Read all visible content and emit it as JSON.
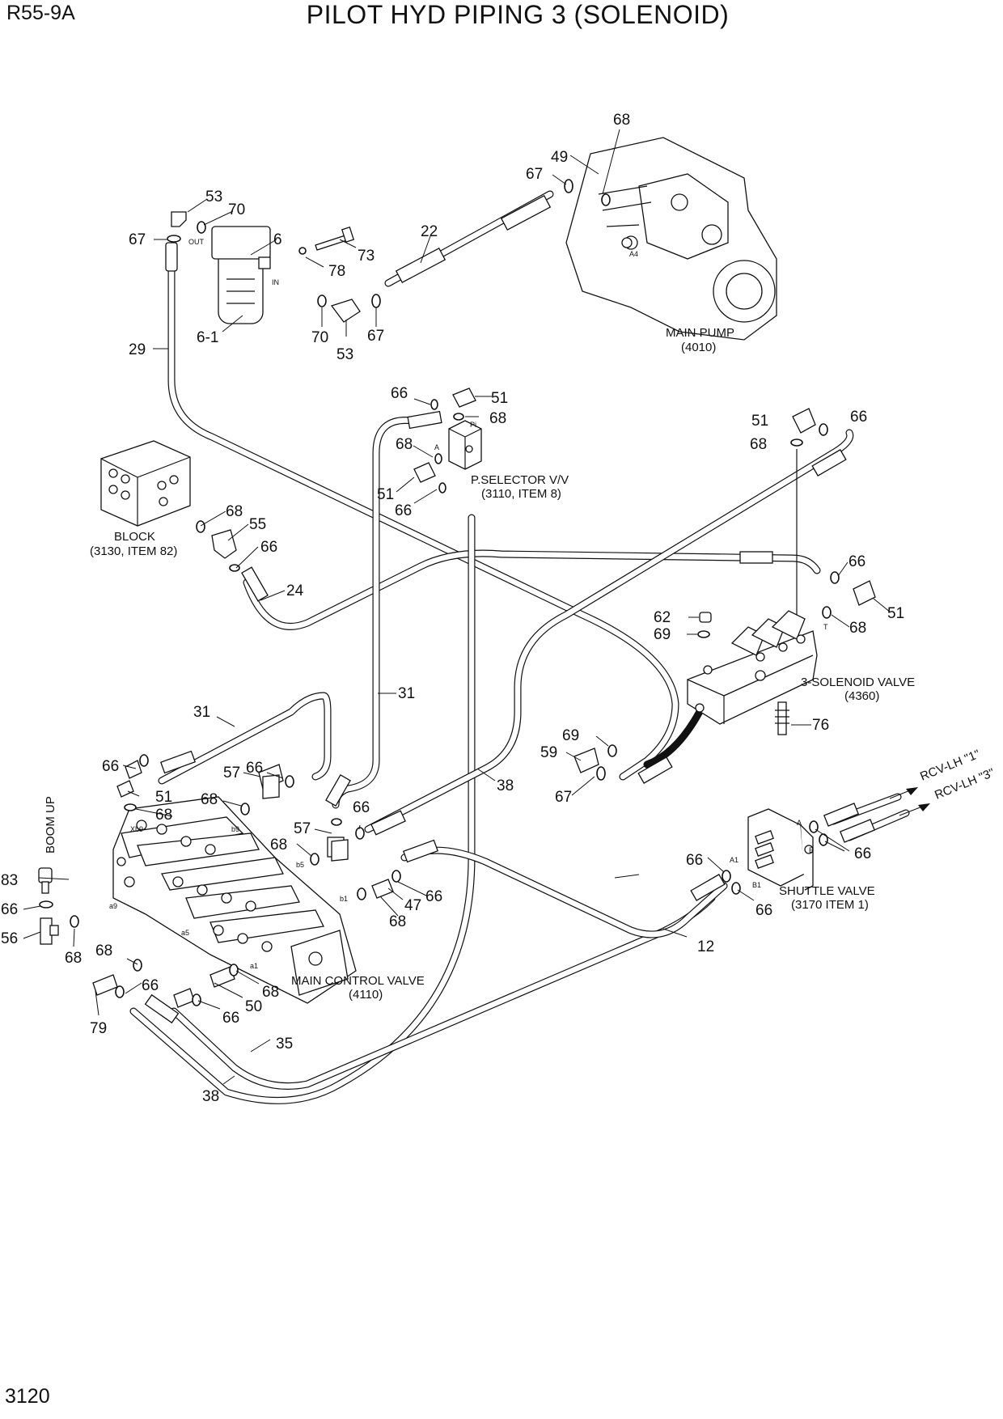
{
  "header": {
    "model": "R55-9A",
    "title": "PILOT HYD PIPING 3 (SOLENOID)"
  },
  "footer": {
    "page_number": "3120"
  },
  "components": {
    "main_pump": {
      "name": "MAIN PUMP",
      "ref": "(4010)",
      "port": "A4"
    },
    "block": {
      "name": "BLOCK",
      "ref": "(3130, ITEM 82)"
    },
    "p_selector": {
      "name": "P.SELECTOR V/V",
      "ref": "(3110, ITEM 8)",
      "port_pi": "Pi",
      "port_a": "A"
    },
    "solenoid_valve": {
      "name": "3-SOLENOID VALVE",
      "ref": "(4360)",
      "port_t": "T"
    },
    "shuttle_valve": {
      "name": "SHUTTLE VALVE",
      "ref": "(3170 ITEM 1)",
      "port_a": "A",
      "port_b": "B",
      "port_a1": "A1",
      "port_b1": "B1"
    },
    "main_control_valve": {
      "name": "MAIN CONTROL VALVE",
      "ref": "(4110)",
      "ports": [
        "Xb9",
        "b9",
        "b5",
        "b1",
        "a9",
        "a5",
        "a1"
      ]
    },
    "filter": {
      "port_out": "OUT",
      "port_in": "IN"
    }
  },
  "annotations": {
    "boom_up": "BOOM UP",
    "rcv1": "RCV-LH \"1\"",
    "rcv3": "RCV-LH \"3\""
  },
  "callouts": [
    {
      "id": "c1",
      "label": "68"
    },
    {
      "id": "c2",
      "label": "49"
    },
    {
      "id": "c3",
      "label": "67"
    },
    {
      "id": "c4",
      "label": "53"
    },
    {
      "id": "c5",
      "label": "70"
    },
    {
      "id": "c6",
      "label": "67"
    },
    {
      "id": "c7",
      "label": "6"
    },
    {
      "id": "c8",
      "label": "73"
    },
    {
      "id": "c9",
      "label": "78"
    },
    {
      "id": "c10",
      "label": "22"
    },
    {
      "id": "c11",
      "label": "6-1"
    },
    {
      "id": "c12",
      "label": "70"
    },
    {
      "id": "c13",
      "label": "67"
    },
    {
      "id": "c14",
      "label": "53"
    },
    {
      "id": "c15",
      "label": "29"
    },
    {
      "id": "c16",
      "label": "66"
    },
    {
      "id": "c17",
      "label": "51"
    },
    {
      "id": "c18",
      "label": "68"
    },
    {
      "id": "c19",
      "label": "68"
    },
    {
      "id": "c20",
      "label": "51"
    },
    {
      "id": "c21",
      "label": "66"
    },
    {
      "id": "c22",
      "label": "51"
    },
    {
      "id": "c23",
      "label": "66"
    },
    {
      "id": "c24",
      "label": "68"
    },
    {
      "id": "c25",
      "label": "68"
    },
    {
      "id": "c26",
      "label": "55"
    },
    {
      "id": "c27",
      "label": "66"
    },
    {
      "id": "c28",
      "label": "24"
    },
    {
      "id": "c29",
      "label": "66"
    },
    {
      "id": "c30",
      "label": "51"
    },
    {
      "id": "c31",
      "label": "68"
    },
    {
      "id": "c32",
      "label": "62"
    },
    {
      "id": "c33",
      "label": "69"
    },
    {
      "id": "c34",
      "label": "76"
    },
    {
      "id": "c35",
      "label": "31"
    },
    {
      "id": "c36",
      "label": "31"
    },
    {
      "id": "c37",
      "label": "69"
    },
    {
      "id": "c38",
      "label": "59"
    },
    {
      "id": "c39",
      "label": "67"
    },
    {
      "id": "c40",
      "label": "38"
    },
    {
      "id": "c41",
      "label": "66"
    },
    {
      "id": "c42",
      "label": "57"
    },
    {
      "id": "c43",
      "label": "66"
    },
    {
      "id": "c44",
      "label": "51"
    },
    {
      "id": "c45",
      "label": "68"
    },
    {
      "id": "c46",
      "label": "68"
    },
    {
      "id": "c47",
      "label": "57"
    },
    {
      "id": "c48",
      "label": "66"
    },
    {
      "id": "c49",
      "label": "68"
    },
    {
      "id": "c50",
      "label": "83"
    },
    {
      "id": "c51",
      "label": "66"
    },
    {
      "id": "c52",
      "label": "56"
    },
    {
      "id": "c53",
      "label": "68"
    },
    {
      "id": "c54",
      "label": "47"
    },
    {
      "id": "c55",
      "label": "66"
    },
    {
      "id": "c56",
      "label": "68"
    },
    {
      "id": "c57",
      "label": "66"
    },
    {
      "id": "c58",
      "label": "66"
    },
    {
      "id": "c59",
      "label": "66"
    },
    {
      "id": "c60",
      "label": "12"
    },
    {
      "id": "c61",
      "label": "68"
    },
    {
      "id": "c62",
      "label": "66"
    },
    {
      "id": "c63",
      "label": "68"
    },
    {
      "id": "c64",
      "label": "79"
    },
    {
      "id": "c65",
      "label": "50"
    },
    {
      "id": "c66",
      "label": "66"
    },
    {
      "id": "c67",
      "label": "35"
    },
    {
      "id": "c68",
      "label": "38"
    }
  ]
}
